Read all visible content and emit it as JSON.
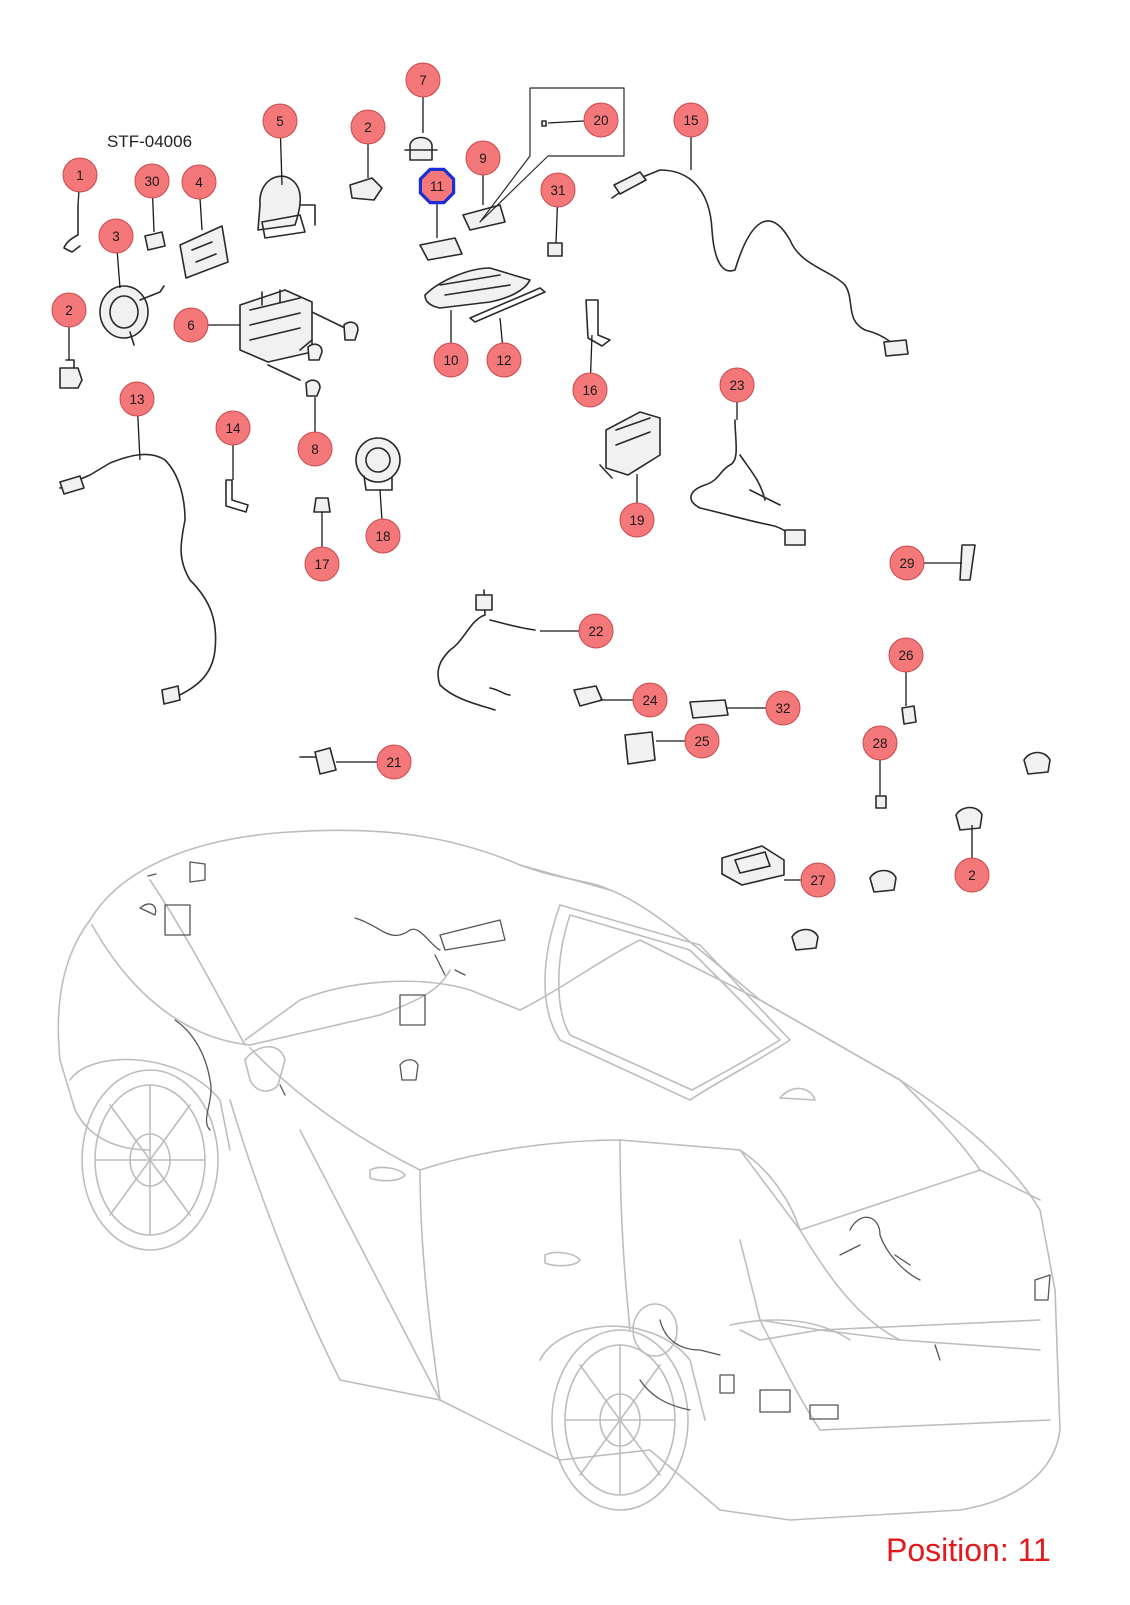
{
  "diagram": {
    "code": "STF-04006",
    "position_text": "Position: 11",
    "highlight_color": "#1a2fd6",
    "callout_color": "#f4777a",
    "callouts": [
      {
        "label": "1"
      },
      {
        "label": "30"
      },
      {
        "label": "4"
      },
      {
        "label": "5"
      },
      {
        "label": "2"
      },
      {
        "label": "7"
      },
      {
        "label": "11"
      },
      {
        "label": "9"
      },
      {
        "label": "20"
      },
      {
        "label": "31"
      },
      {
        "label": "15"
      },
      {
        "label": "3"
      },
      {
        "label": "2"
      },
      {
        "label": "6"
      },
      {
        "label": "10"
      },
      {
        "label": "12"
      },
      {
        "label": "16"
      },
      {
        "label": "13"
      },
      {
        "label": "14"
      },
      {
        "label": "8"
      },
      {
        "label": "18"
      },
      {
        "label": "17"
      },
      {
        "label": "23"
      },
      {
        "label": "19"
      },
      {
        "label": "29"
      },
      {
        "label": "22"
      },
      {
        "label": "24"
      },
      {
        "label": "32"
      },
      {
        "label": "25"
      },
      {
        "label": "26"
      },
      {
        "label": "28"
      },
      {
        "label": "21"
      },
      {
        "label": "27"
      },
      {
        "label": "2"
      }
    ]
  }
}
